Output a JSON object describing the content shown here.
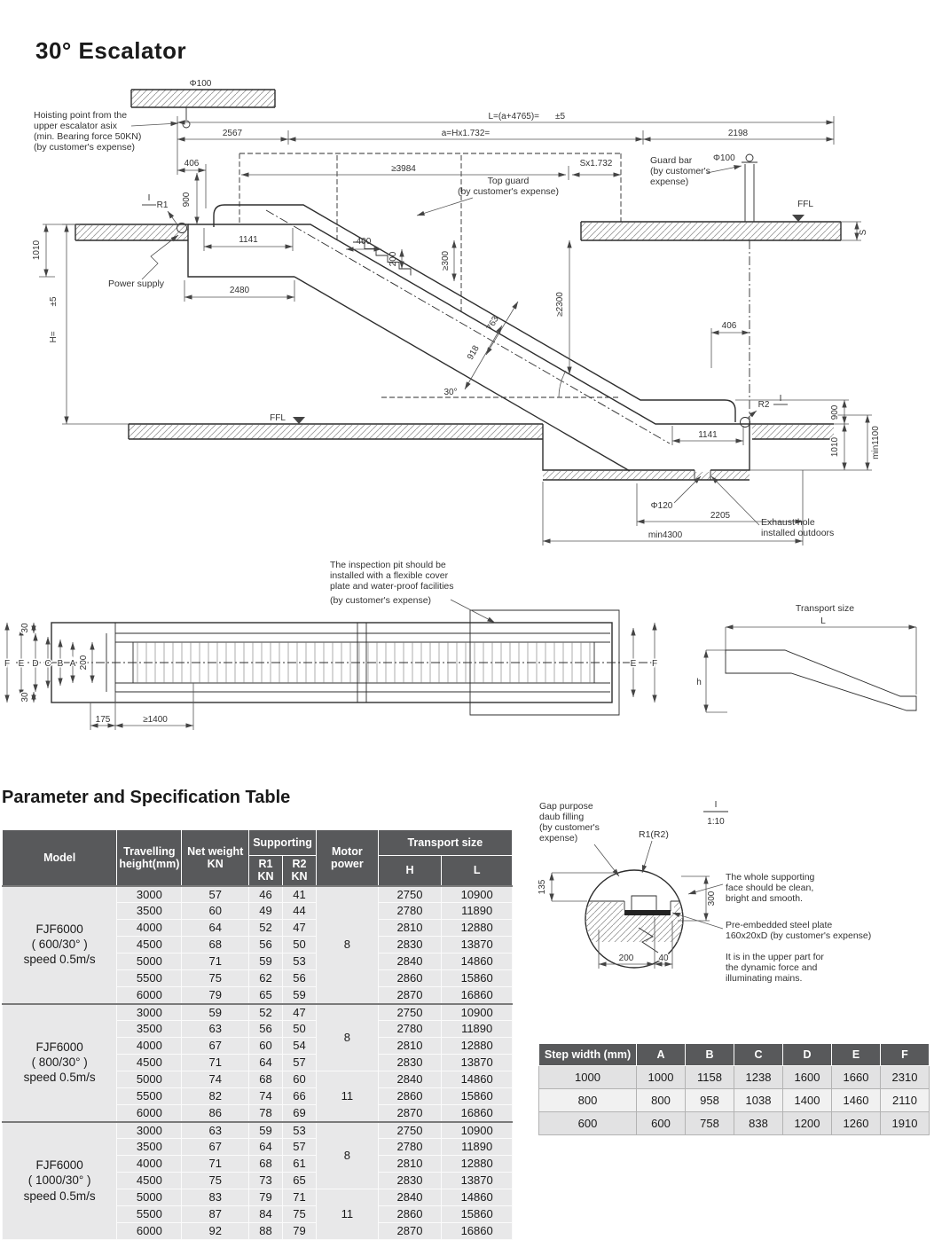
{
  "page": {
    "title": "30° Escalator",
    "table_section_title": "Parameter and Specification Table"
  },
  "elevation": {
    "dims": {
      "phi100_top": "Φ100",
      "l_formula": "L=(a+4765)=",
      "l_tol": "±5",
      "d2567": "2567",
      "a_formula": "a=Hx1.732=",
      "d2198": "2198",
      "d406_left": "406",
      "ge3984": "≥3984",
      "sx1732": "Sx1.732",
      "phi100_right": "Φ100",
      "ffl_right": "FFL",
      "d900_left": "900",
      "i_left": "I",
      "r1": "R1",
      "d1141_top": "1141",
      "d400": "400",
      "d200": "200",
      "ge300": "≥300",
      "d1010_left": "1010",
      "d2480": "2480",
      "h_label": "H=",
      "h_tol": "±5",
      "ge2300": "≥2300",
      "d763": "763",
      "d918": "918",
      "deg30": "30°",
      "ffl_left": "FFL",
      "d406_right": "406",
      "r2": "R2",
      "i_right": "I",
      "d900_right": "900",
      "d1010_right": "1010",
      "min1100": "min1100",
      "d1141_bottom": "1141",
      "phi120": "Φ120",
      "d2205": "2205",
      "min4300": "min4300",
      "s_right": "S"
    },
    "notes": {
      "hoisting": [
        "Hoisting point from the",
        "upper escalator asix",
        "(min. Bearing force 50KN)",
        "(by customer's expense)"
      ],
      "guard_bar": [
        "Guard bar",
        "(by customer's",
        "expense)"
      ],
      "top_guard": [
        "Top guard",
        "(by customer's expense)"
      ],
      "power_supply": "Power supply",
      "exhaust": [
        "Exhaust hole",
        "installed outdoors"
      ]
    }
  },
  "plan": {
    "note": [
      "The inspection pit should be",
      "installed with a flexible cover",
      "plate and water-proof facilities"
    ],
    "note2": "(by customer's expense)",
    "left_letters": [
      "F",
      "E",
      "D",
      "C",
      "B",
      "A"
    ],
    "right_letters": [
      "E",
      "F"
    ],
    "d30_top": "30",
    "d200": "200",
    "d30_bottom": "30",
    "d175": "175",
    "ge1400": "≥1400"
  },
  "transport": {
    "title": "Transport size",
    "l": "L",
    "h": "h"
  },
  "detail": {
    "scale_i": "I",
    "scale": "1:10",
    "gap_note": [
      "Gap purpose",
      "daub filling",
      "(by customer's",
      "expense)"
    ],
    "r1r2": "R1(R2)",
    "d135": "135",
    "d300": "300",
    "d200": "200",
    "d40": "40",
    "note_face": [
      "The whole supporting",
      "face should be clean,",
      "bright and smooth."
    ],
    "note_plate": [
      "Pre-embedded steel plate",
      "160x20xD (by customer's expense)"
    ],
    "note_upper": [
      "It is in the upper part for",
      "the dynamic force and",
      "illuminating mains."
    ]
  },
  "spec_table": {
    "headers": {
      "model": "Model",
      "height": "Travelling height(mm)",
      "net_weight": "Net weight KN",
      "supporting": "Supporting",
      "r1": "R1 KN",
      "r2": "R2 KN",
      "motor": "Motor power",
      "transport": "Transport size",
      "h": "H",
      "l": "L"
    },
    "groups": [
      {
        "model_lines": [
          "FJF6000",
          "( 600/30° )",
          "speed 0.5m/s"
        ],
        "motor_spans": [
          {
            "rows": 7,
            "value": "8"
          }
        ],
        "rows": [
          {
            "height": "3000",
            "weight": "57",
            "r1": "46",
            "r2": "41",
            "h": "2750",
            "l": "10900"
          },
          {
            "height": "3500",
            "weight": "60",
            "r1": "49",
            "r2": "44",
            "h": "2780",
            "l": "11890"
          },
          {
            "height": "4000",
            "weight": "64",
            "r1": "52",
            "r2": "47",
            "h": "2810",
            "l": "12880"
          },
          {
            "height": "4500",
            "weight": "68",
            "r1": "56",
            "r2": "50",
            "h": "2830",
            "l": "13870"
          },
          {
            "height": "5000",
            "weight": "71",
            "r1": "59",
            "r2": "53",
            "h": "2840",
            "l": "14860"
          },
          {
            "height": "5500",
            "weight": "75",
            "r1": "62",
            "r2": "56",
            "h": "2860",
            "l": "15860"
          },
          {
            "height": "6000",
            "weight": "79",
            "r1": "65",
            "r2": "59",
            "h": "2870",
            "l": "16860"
          }
        ]
      },
      {
        "model_lines": [
          "FJF6000",
          "( 800/30° )",
          "speed 0.5m/s"
        ],
        "motor_spans": [
          {
            "rows": 4,
            "value": "8"
          },
          {
            "rows": 3,
            "value": "11"
          }
        ],
        "rows": [
          {
            "height": "3000",
            "weight": "59",
            "r1": "52",
            "r2": "47",
            "h": "2750",
            "l": "10900"
          },
          {
            "height": "3500",
            "weight": "63",
            "r1": "56",
            "r2": "50",
            "h": "2780",
            "l": "11890"
          },
          {
            "height": "4000",
            "weight": "67",
            "r1": "60",
            "r2": "54",
            "h": "2810",
            "l": "12880"
          },
          {
            "height": "4500",
            "weight": "71",
            "r1": "64",
            "r2": "57",
            "h": "2830",
            "l": "13870"
          },
          {
            "height": "5000",
            "weight": "74",
            "r1": "68",
            "r2": "60",
            "h": "2840",
            "l": "14860"
          },
          {
            "height": "5500",
            "weight": "82",
            "r1": "74",
            "r2": "66",
            "h": "2860",
            "l": "15860"
          },
          {
            "height": "6000",
            "weight": "86",
            "r1": "78",
            "r2": "69",
            "h": "2870",
            "l": "16860"
          }
        ]
      },
      {
        "model_lines": [
          "FJF6000",
          "( 1000/30° )",
          "speed 0.5m/s"
        ],
        "motor_spans": [
          {
            "rows": 4,
            "value": "8"
          },
          {
            "rows": 3,
            "value": "11"
          }
        ],
        "rows": [
          {
            "height": "3000",
            "weight": "63",
            "r1": "59",
            "r2": "53",
            "h": "2750",
            "l": "10900"
          },
          {
            "height": "3500",
            "weight": "67",
            "r1": "64",
            "r2": "57",
            "h": "2780",
            "l": "11890"
          },
          {
            "height": "4000",
            "weight": "71",
            "r1": "68",
            "r2": "61",
            "h": "2810",
            "l": "12880"
          },
          {
            "height": "4500",
            "weight": "75",
            "r1": "73",
            "r2": "65",
            "h": "2830",
            "l": "13870"
          },
          {
            "height": "5000",
            "weight": "83",
            "r1": "79",
            "r2": "71",
            "h": "2840",
            "l": "14860"
          },
          {
            "height": "5500",
            "weight": "87",
            "r1": "84",
            "r2": "75",
            "h": "2860",
            "l": "15860"
          },
          {
            "height": "6000",
            "weight": "92",
            "r1": "88",
            "r2": "79",
            "h": "2870",
            "l": "16860"
          }
        ]
      }
    ]
  },
  "step_table": {
    "headers": [
      "Step width (mm)",
      "A",
      "B",
      "C",
      "D",
      "E",
      "F"
    ],
    "rows": [
      [
        "1000",
        "1000",
        "1158",
        "1238",
        "1600",
        "1660",
        "2310"
      ],
      [
        "800",
        "800",
        "958",
        "1038",
        "1400",
        "1460",
        "2110"
      ],
      [
        "600",
        "600",
        "758",
        "838",
        "1200",
        "1260",
        "1910"
      ]
    ]
  }
}
